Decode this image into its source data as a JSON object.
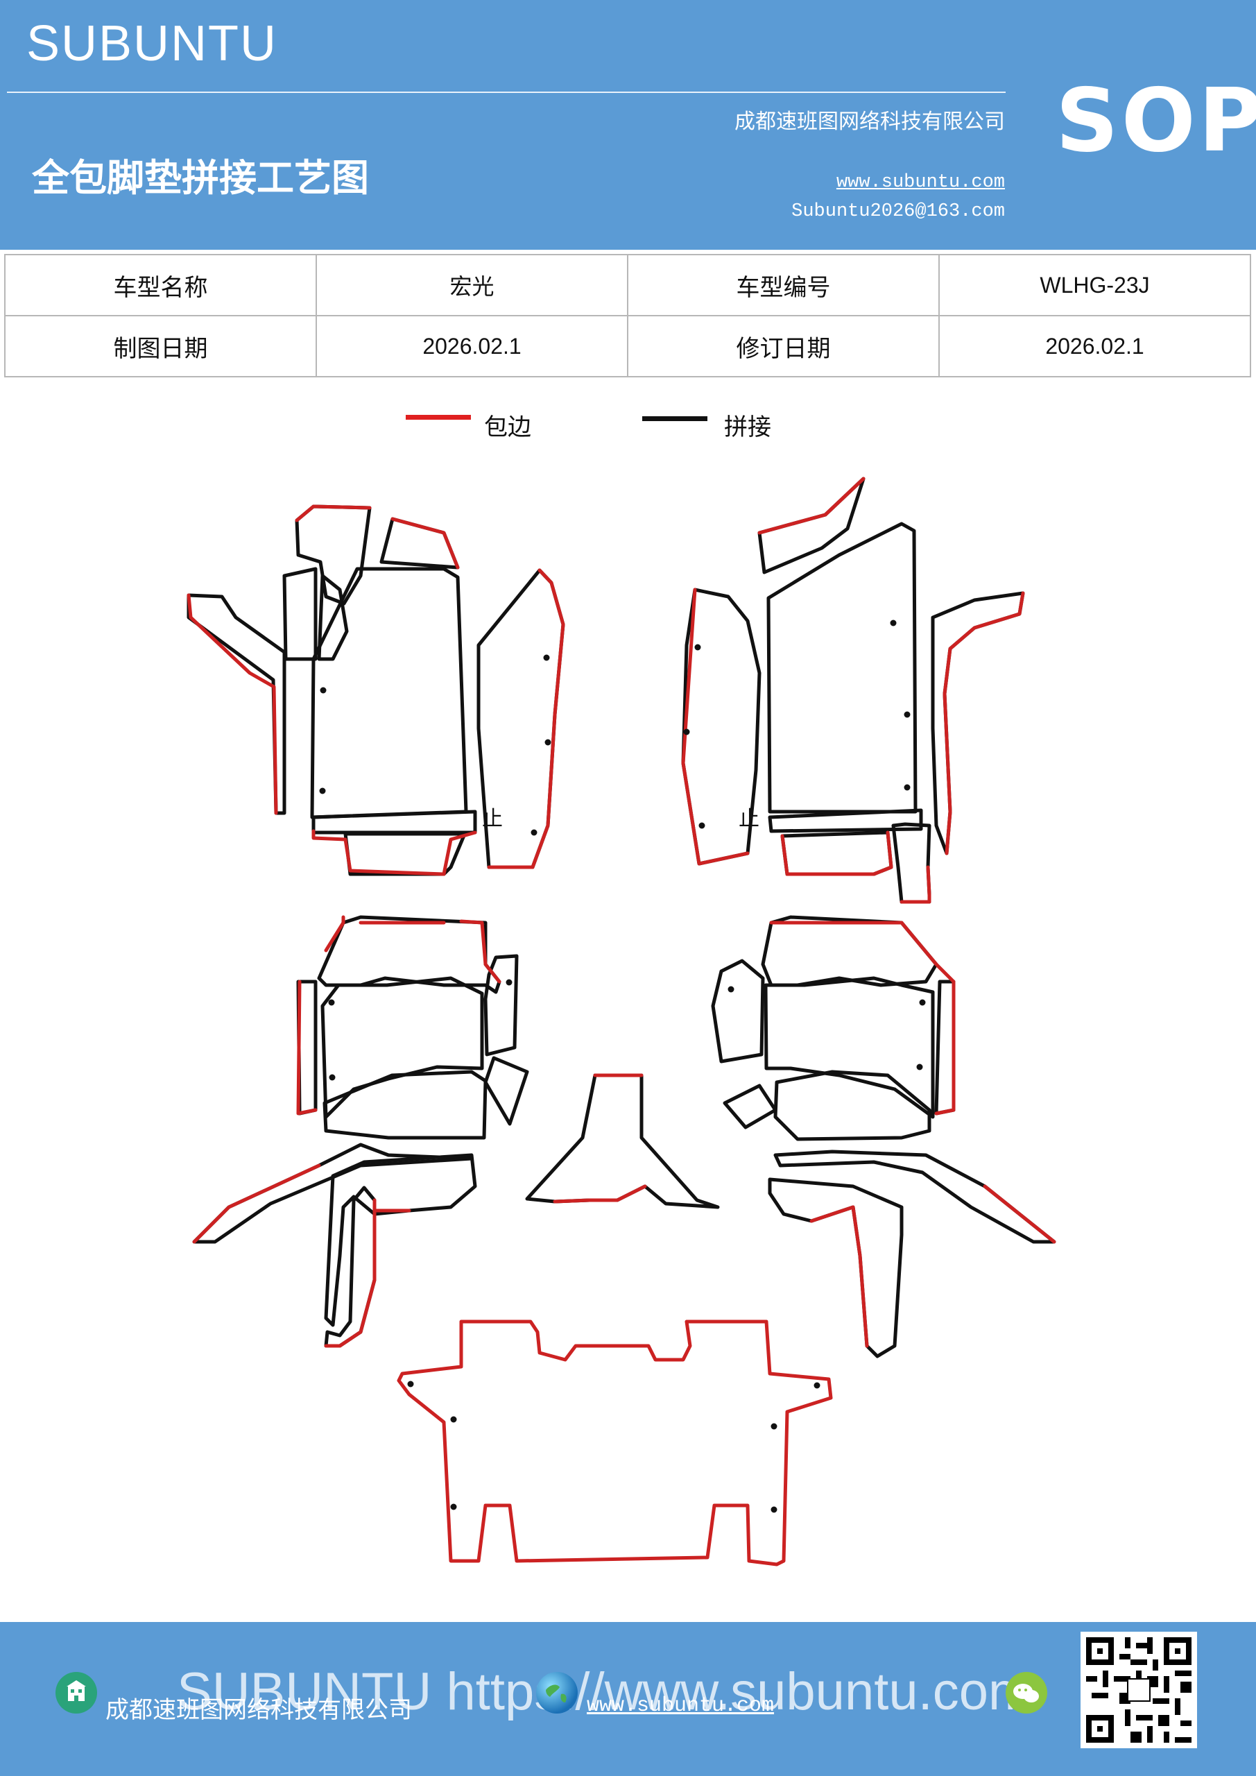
{
  "header": {
    "brand": "SUBUNTU",
    "company": "成都速班图网络科技有限公司",
    "title": "全包脚垫拼接工艺图",
    "website": "www.subuntu.com",
    "email": "Subuntu2026@163.com",
    "badge": "SOP",
    "background_color": "#5b9bd5"
  },
  "info_table": {
    "row1": {
      "label1": "车型名称",
      "value1": "宏光",
      "label2": "车型编号",
      "value2": "WLHG-23J"
    },
    "row2": {
      "label1": "制图日期",
      "value1": "2026.02.1",
      "label2": "修订日期",
      "value2": "2026.02.1"
    }
  },
  "legend": {
    "items": [
      {
        "label": "包边",
        "color": "#e02020"
      },
      {
        "label": "拼接",
        "color": "#111111"
      }
    ]
  },
  "diagram": {
    "marker_text": "止",
    "edge_color": "#cc2222",
    "seam_color": "#111111"
  },
  "footer": {
    "watermark": "SUBUNTU https://www.subuntu.com",
    "company": "成都速班图网络科技有限公司",
    "website": "www.subuntu.com",
    "icons": [
      "building-icon",
      "globe-icon",
      "wechat-icon",
      "qr-code"
    ]
  }
}
